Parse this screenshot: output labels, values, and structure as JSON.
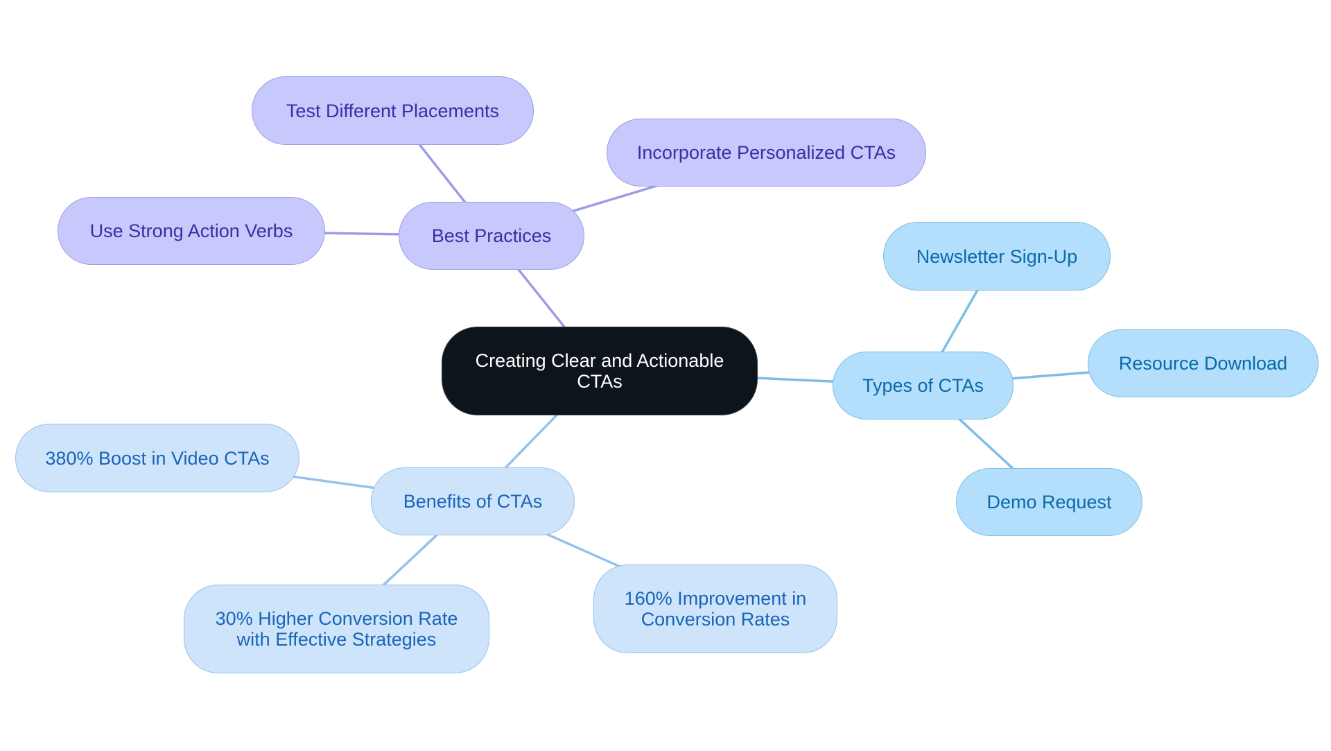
{
  "colors": {
    "root_fill": "#0d141b",
    "root_text": "#ffffff",
    "purple_fill": "#c7c9fc",
    "purple_stroke": "#9c9ce4",
    "purple_text": "#3730a3",
    "blue_fill": "#b3dffc",
    "blue_stroke": "#7dbde6",
    "blue_text": "#0a6aa8",
    "lightblue_fill": "#cde4fb",
    "lightblue_stroke": "#96c1ec",
    "lightblue_text": "#1a64b8"
  },
  "mindmap": {
    "root": {
      "id": "root",
      "label": "Creating Clear and Actionable\nCTAs"
    },
    "branches": [
      {
        "id": "best-practices",
        "label": "Best Practices",
        "theme": "purple",
        "children": [
          {
            "id": "test-placements",
            "label": "Test Different Placements"
          },
          {
            "id": "personalized-ctas",
            "label": "Incorporate Personalized CTAs"
          },
          {
            "id": "action-verbs",
            "label": "Use Strong Action Verbs"
          }
        ]
      },
      {
        "id": "types-of-ctas",
        "label": "Types of CTAs",
        "theme": "blue",
        "children": [
          {
            "id": "newsletter",
            "label": "Newsletter Sign-Up"
          },
          {
            "id": "resource-download",
            "label": "Resource Download"
          },
          {
            "id": "demo-request",
            "label": "Demo Request"
          }
        ]
      },
      {
        "id": "benefits-of-ctas",
        "label": "Benefits of CTAs",
        "theme": "lightblue",
        "children": [
          {
            "id": "video-boost",
            "label": "380% Boost in Video CTAs"
          },
          {
            "id": "higher-conversion",
            "label": "30% Higher Conversion Rate\nwith Effective Strategies"
          },
          {
            "id": "improvement",
            "label": "160% Improvement in\nConversion Rates"
          }
        ]
      }
    ]
  }
}
